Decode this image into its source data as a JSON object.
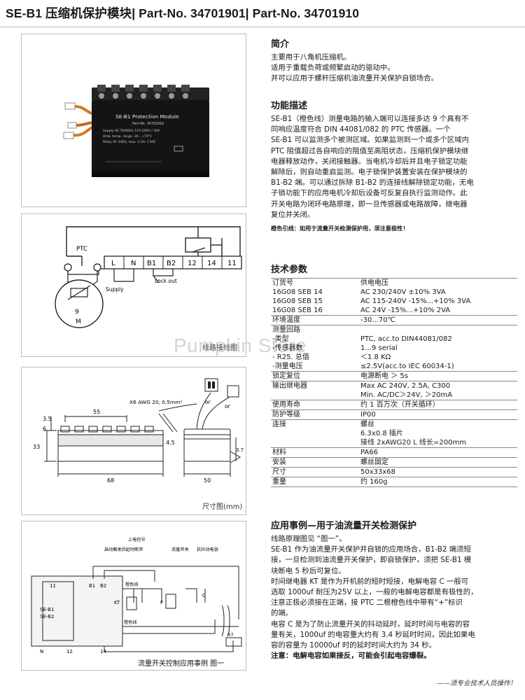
{
  "title": "SE-B1  压缩机保护模块| Part-No. 34701901| Part-No. 34701910",
  "watermark": "Pumpkin Store",
  "intro": {
    "heading": "简介",
    "lines": [
      "主要用于八角机压缩机。",
      "适用于重载负荷或频繁启动的驱动中。",
      "并可以应用于螺杆压缩机油流量开关保护自锁场合。"
    ]
  },
  "function": {
    "heading": "功能描述",
    "lines": [
      "SE-B1（橙色线）测量电路的输入端可以连接多达 9 个具有不",
      "同响应温度符合  DIN 44081/082 的  PTC 传感器。一个",
      "SE-B1 可以监测多个被测区域。如果监测到一个或多个区域内",
      "PTC 阻值超过各自响应的阻值至高阻状态，压缩机保护模块继",
      "电器释放动作，关闭接触器。当电机冷却后并且电子锁定功能",
      "解除后，则自动重启监测。电子锁保护装置安装在保护模块的",
      "B1-B2 端。可以通过拆除 B1-B2 的连接线解除锁定功能，无电",
      "子锁功能下的应用电机冷却后设备可反复自执行监测动作。此",
      "开关电路为闭环电路原理，即一旦传感器或电路故障，继电器",
      "复位并关闭。"
    ],
    "note": "橙色引线：如用于流量开关检测保护用，须注意极性！"
  },
  "specs": {
    "heading": "技术参数",
    "rows": [
      {
        "k": "订货号",
        "v": "供电电压",
        "line": true
      },
      {
        "k": "16G08 SEB 14",
        "v": "AC 230/240V ±10%    3VA",
        "line": false
      },
      {
        "k": "16G08 SEB 15",
        "v": "AC 115-240V -15%...+10% 3VA",
        "line": false
      },
      {
        "k": "16G08 SEB 16",
        "v": "AC 24V -15%...+10% 2VA",
        "line": false
      },
      {
        "k": "环境温度",
        "v": "-30...70℃",
        "line": true
      },
      {
        "k": "测量回路",
        "v": "",
        "line": true
      },
      {
        "k": "-类型",
        "v": "PTC, acc.to DIN44081/082",
        "line": false
      },
      {
        "k": "-传感器数",
        "v": "1...9 serial",
        "line": false
      },
      {
        "k": "- R25. 总值",
        "v": "＜1.8 KΩ",
        "line": false
      },
      {
        "k": "-测量电压",
        "v": "≤2.5V(acc.to IEC 60034-1)",
        "line": false
      },
      {
        "k": "锁定复位",
        "v": "电源断电  ＞ 5s",
        "line": true
      },
      {
        "k": "输出继电器",
        "v": "Max AC 240V, 2.5A, C300",
        "line": true
      },
      {
        "k": "",
        "v": "Min. AC/DC＞24V, ＞20mA",
        "line": false
      },
      {
        "k": "使用寿命",
        "v": "约 1 百万次（开关循环）",
        "line": true
      },
      {
        "k": "防护等级",
        "v": "IP00",
        "line": true
      },
      {
        "k": "连接",
        "v": "螺丝",
        "line": true
      },
      {
        "k": "",
        "v": "6.3x0.8  插片",
        "line": false
      },
      {
        "k": "",
        "v": "接线 2xAWG20   L 线长=200mm",
        "line": false
      },
      {
        "k": "材料",
        "v": "PA66",
        "line": true
      },
      {
        "k": "安装",
        "v": "螺丝固定",
        "line": true
      },
      {
        "k": "尺寸",
        "v": "50x33x68",
        "line": true
      },
      {
        "k": "重量",
        "v": "约 160g",
        "line": true
      }
    ]
  },
  "application": {
    "heading": "应用事例—用于油流量开关检测保护",
    "lines": [
      "线路原理图见 “图一”。",
      "SE-B1 作为油流量开关保护并自锁的应用场合，B1-B2 端须短",
      "接，一旦检测到油流量开关保护，即自锁保护，须把 SE-B1 模",
      "块断电 5 秒后可复位。",
      "时间继电器 KT 是作为开机前的短时短接，电解电容 C 一般可",
      "选取 1000uf 耐压为25V 以上，一般的电解电容都是有极性的，",
      "注意正极必须接在正端，接 PTC 二根橙色线中带有“+”标识",
      "的端。",
      "电容 C 是为了防止流量开关的抖动延时，延时时间与电容的容",
      "量有关，1000uf 的电容量大约有 3.4 秒延时时间，因此如果电",
      "容的容量为 10000uf 时的延时时间大约为 34 秒。"
    ],
    "note": "注意：电解电容如果接反，可能会引起电容爆裂。"
  },
  "signature": "——须专业技术人员操作！",
  "product": {
    "name": "SE-B1 Protection Module",
    "part": "Part-No. 34701910",
    "supply": "Supply AC 50/60Hz 115-240V / 3VA",
    "temp": "Amb. temp. range -30...+70°C",
    "relay": "Relay AC 240V, max. 2.5A, C300"
  },
  "wiring": {
    "terminals": [
      "L",
      "N",
      "B1",
      "B2",
      "12",
      "14",
      "11"
    ],
    "ptc": "PTC",
    "supply": "Supply",
    "lockout": "Lock out",
    "motor_num": "9",
    "motor_m": "M",
    "caption": "线路接线图"
  },
  "dims": {
    "awg": "X6 AWG 20, 0.5mm²",
    "or1": "or",
    "or2": "or",
    "d35": "3.5",
    "d55": "55",
    "d6": "6",
    "d33": "33",
    "d45": "4.5",
    "d68": "68",
    "d50": "50",
    "d37": "3.7",
    "caption": "尺寸图(mm)"
  },
  "circuit": {
    "l1": "上电信号",
    "l2": "启动触发后延时断开",
    "l3": "流量开关",
    "l4": "抗抖动电容",
    "t11a": "11",
    "tb1": "B1",
    "tb2": "B2",
    "se": "SE-B1",
    "se2": "SE-B2",
    "orange": "橙色线",
    "kt": "KT",
    "f": "F",
    "c": "C",
    "n": "N",
    "t12": "12",
    "t14": "14",
    "r7": "R7",
    "caption": "流量开关控制应用事例  图一"
  }
}
